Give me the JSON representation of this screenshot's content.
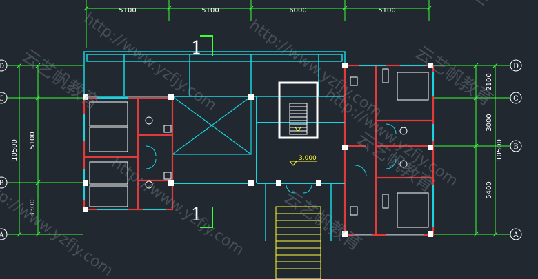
{
  "top_dimensions": [
    "5100",
    "5100",
    "6000",
    "5100"
  ],
  "left_dimensions": [
    "10500",
    "5100",
    "3300"
  ],
  "right_dimensions": [
    "2100",
    "3000",
    "10500",
    "5400"
  ],
  "left_axes": [
    "D",
    "C",
    "B",
    "A"
  ],
  "right_axes": [
    "D",
    "C",
    "B",
    "A"
  ],
  "section_marks": [
    "1",
    "1"
  ],
  "level_label": "3.000",
  "watermark": {
    "url": "http://www.yzfjy.com",
    "cn": "云艺帆教育"
  },
  "colors": {
    "background": "#212830",
    "axis_line": "#39ff39",
    "wall": "#e03a3a",
    "window": "#19d3df",
    "column": "#ffffff",
    "stair_yellow": "#ffff33"
  }
}
